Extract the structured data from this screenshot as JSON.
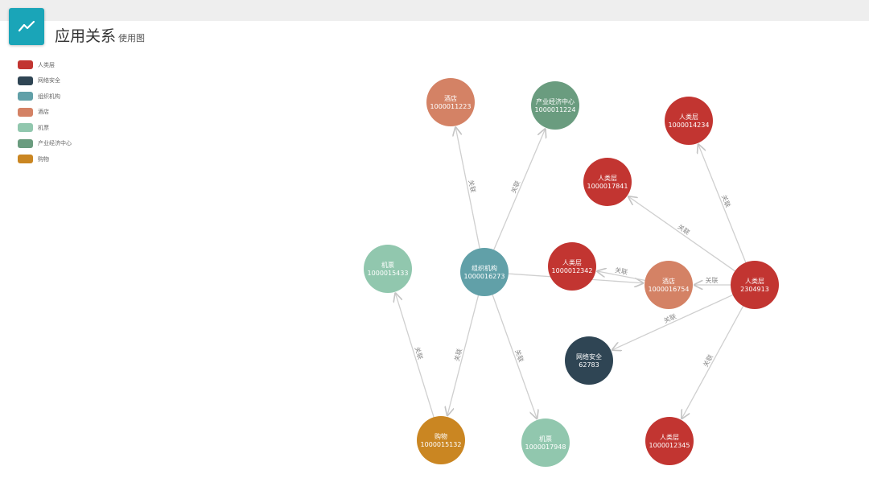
{
  "header": {
    "icon": "line-chart-icon",
    "title": "应用关系",
    "subtitle": "使用图"
  },
  "legend": [
    {
      "label": "人类层",
      "color": "#c23531"
    },
    {
      "label": "网络安全",
      "color": "#2f4554"
    },
    {
      "label": "组织机构",
      "color": "#61a0a8"
    },
    {
      "label": "酒店",
      "color": "#d48265"
    },
    {
      "label": "机票",
      "color": "#91c7ae"
    },
    {
      "label": "产业经济中心",
      "color": "#6a9c7f"
    },
    {
      "label": "购物",
      "color": "#ca8622"
    }
  ],
  "nodes": [
    {
      "id": "hotel_top",
      "line1": "酒店",
      "line2": "1000011223",
      "category": 3
    },
    {
      "id": "eco_top",
      "line1": "产业经济中心",
      "line2": "1000011224",
      "category": 5
    },
    {
      "id": "person_tr",
      "line1": "人类层",
      "line2": "1000014234",
      "category": 0
    },
    {
      "id": "person_mid1",
      "line1": "人类层",
      "line2": "1000017841",
      "category": 0
    },
    {
      "id": "ticket_left",
      "line1": "机票",
      "line2": "1000015433",
      "category": 4
    },
    {
      "id": "org_center",
      "line1": "组织机构",
      "line2": "1000016273",
      "category": 2
    },
    {
      "id": "person_mid2",
      "line1": "人类层",
      "line2": "1000012342",
      "category": 0
    },
    {
      "id": "hotel_mid",
      "line1": "酒店",
      "line2": "1000016754",
      "category": 3
    },
    {
      "id": "person_right",
      "line1": "人类层",
      "line2": "2304913",
      "category": 0
    },
    {
      "id": "net_sec",
      "line1": "网络安全",
      "line2": "62783",
      "category": 1
    },
    {
      "id": "shop_bottom",
      "line1": "购物",
      "line2": "1000015132",
      "category": 6
    },
    {
      "id": "ticket_bottom",
      "line1": "机票",
      "line2": "1000017948",
      "category": 4
    },
    {
      "id": "person_br",
      "line1": "人类层",
      "line2": "1000012345",
      "category": 0
    }
  ],
  "edges": [
    {
      "source": "org_center",
      "target": "hotel_top",
      "label": "关联"
    },
    {
      "source": "org_center",
      "target": "eco_top",
      "label": "关联"
    },
    {
      "source": "org_center",
      "target": "hotel_mid",
      "label": "关联"
    },
    {
      "source": "org_center",
      "target": "shop_bottom",
      "label": "关联"
    },
    {
      "source": "org_center",
      "target": "ticket_bottom",
      "label": "关联"
    },
    {
      "source": "shop_bottom",
      "target": "ticket_left",
      "label": "关联"
    },
    {
      "source": "hotel_mid",
      "target": "person_mid2",
      "label": "关联"
    },
    {
      "source": "person_right",
      "target": "person_tr",
      "label": "关联"
    },
    {
      "source": "person_right",
      "target": "person_mid1",
      "label": "关联"
    },
    {
      "source": "person_right",
      "target": "net_sec",
      "label": "关联"
    },
    {
      "source": "person_right",
      "target": "hotel_mid",
      "label": "关联"
    },
    {
      "source": "person_right",
      "target": "person_br",
      "label": "关联"
    }
  ]
}
